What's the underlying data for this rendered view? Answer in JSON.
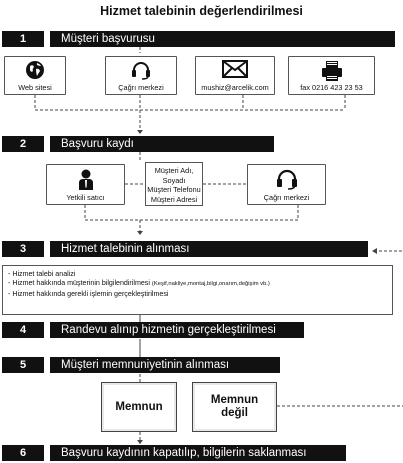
{
  "title": "Hizmet talebinin değerlendirilmesi",
  "steps": [
    {
      "num": "1",
      "label": "Müşteri başvurusu"
    },
    {
      "num": "2",
      "label": "Başvuru kaydı"
    },
    {
      "num": "3",
      "label": "Hizmet talebinin alınması"
    },
    {
      "num": "4",
      "label": "Randevu alınıp hizmetin gerçekleştirilmesi"
    },
    {
      "num": "5",
      "label": "Müşteri memnuniyetinin alınması"
    },
    {
      "num": "6",
      "label": "Başvuru kaydının kapatılıp, bilgilerin saklanması"
    }
  ],
  "channels": [
    {
      "label": "Web sitesi",
      "icon": "globe-icon"
    },
    {
      "label": "Çağrı merkezi",
      "icon": "headset-icon"
    },
    {
      "label": "mushiz@arcelik.com",
      "icon": "envelope-icon"
    },
    {
      "label": "fax 0216 423 23 53",
      "icon": "fax-icon"
    }
  ],
  "registration": {
    "dealer": "Yetkili satıcı",
    "dealer_icon": "person-icon",
    "call_center": "Çağrı merkezi",
    "call_center_icon": "headset-icon",
    "info_lines": [
      "Müşteri Adı, Soyadı",
      "Müşteri Telefonu",
      "Müşteri Adresi"
    ]
  },
  "request_items": [
    {
      "text": "- Hizmet talebi analizi",
      "note": ""
    },
    {
      "text": "- Hizmet hakkında müşterinin bilgilendirilmesi",
      "note": "(Keşif,nakliye,montaj,bilgi,onarım,değişim vb.)"
    },
    {
      "text": "- Hizmet hakkında gerekli işlemin gerçekleştirilmesi",
      "note": ""
    }
  ],
  "satisfaction": {
    "satisfied": "Memnun",
    "unsatisfied_line1": "Memnun",
    "unsatisfied_line2": "değil"
  }
}
